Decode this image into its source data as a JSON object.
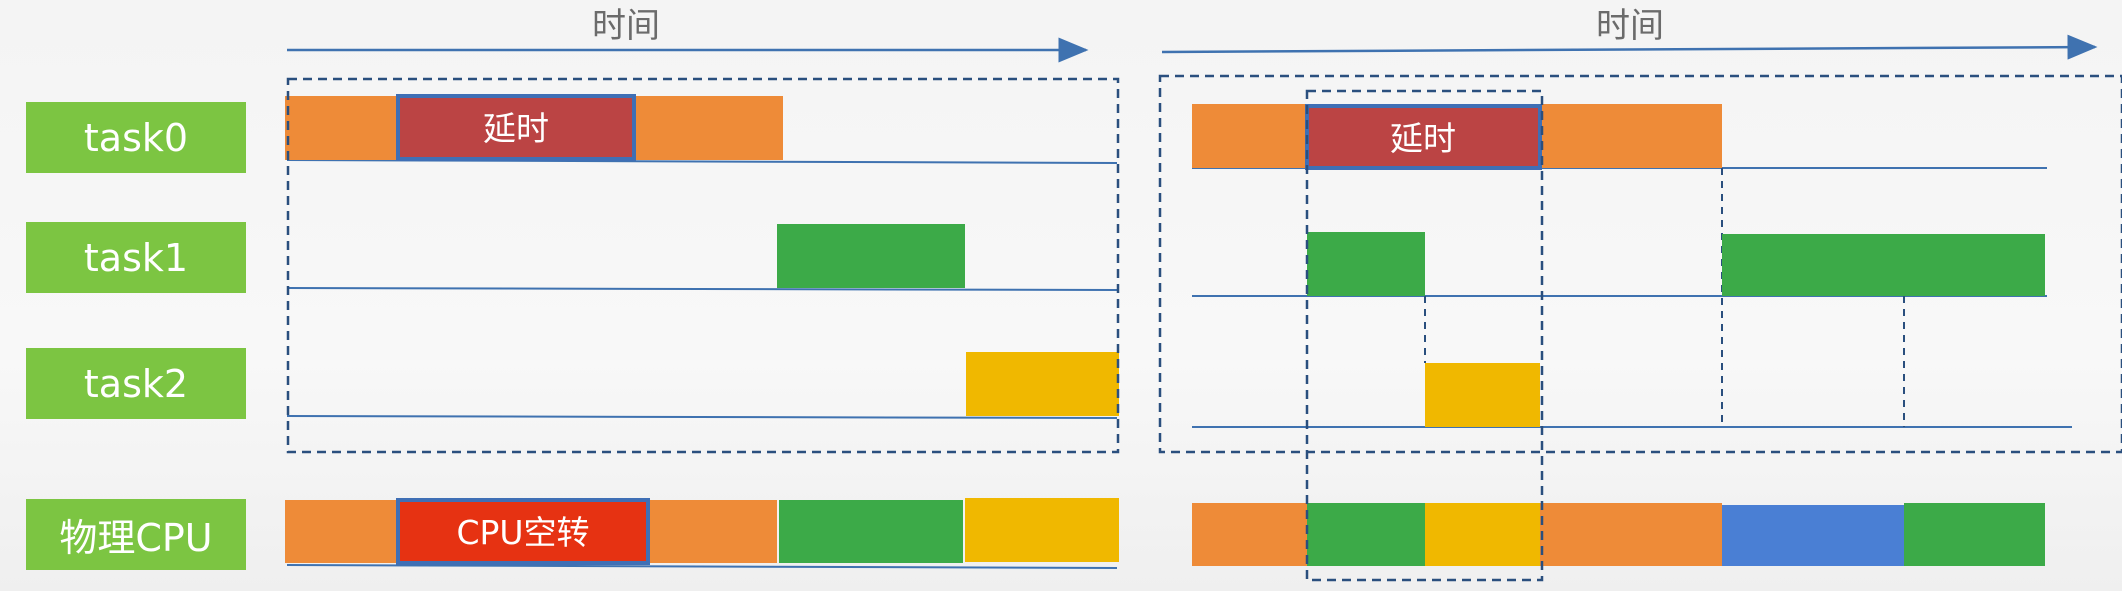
{
  "time_axis": {
    "left_label": "时间",
    "right_label": "时间"
  },
  "rows": {
    "task0": "task0",
    "task1": "task1",
    "task2": "task2",
    "cpu": "物理CPU"
  },
  "block_labels": {
    "left_delay": "延时",
    "right_delay": "延时",
    "cpu_idle": "CPU空转"
  },
  "colors": {
    "label_bg": "#7cc542",
    "orange": "#ee8b38",
    "delay_red": "#bb4444",
    "idle_red": "#e63212",
    "green": "#3caa48",
    "yellow": "#f0b800",
    "blue": "#4a7fd4",
    "axis_blue": "#3f72b0",
    "dash_navy": "#2a4f7e"
  }
}
